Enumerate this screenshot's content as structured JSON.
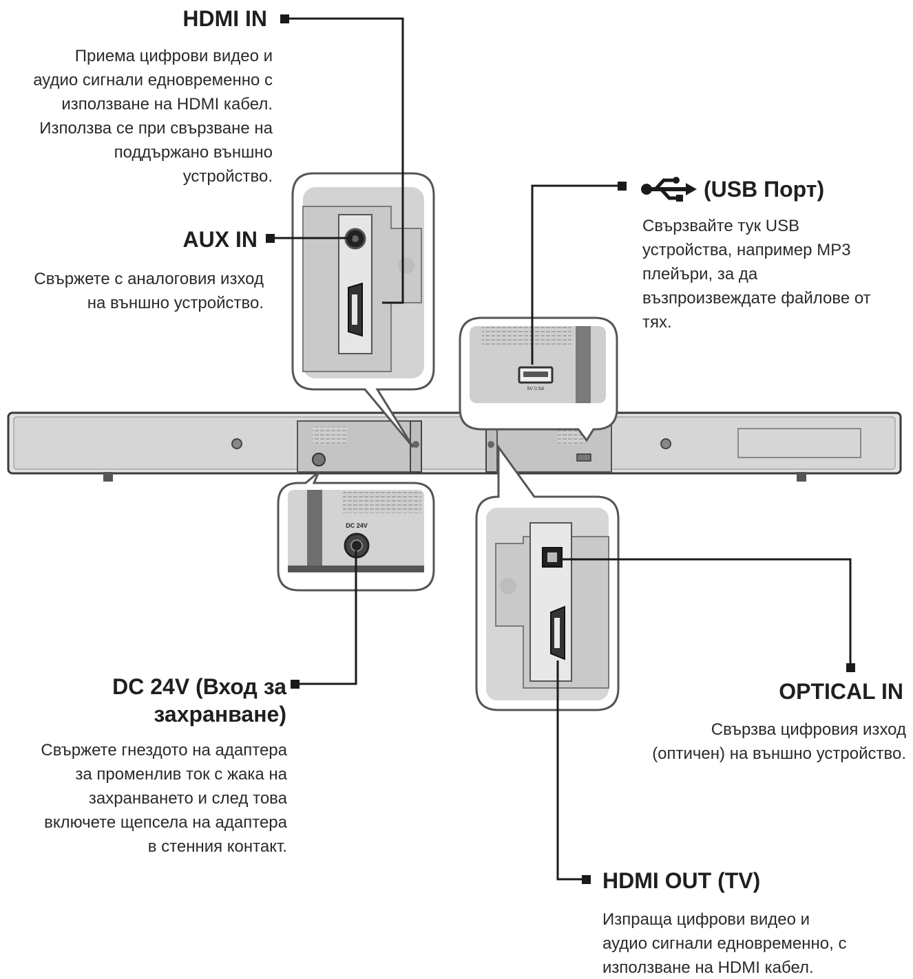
{
  "connectors": {
    "hdmi_in": {
      "title": "HDMI IN",
      "description": [
        "Приема цифрови видео и",
        "аудио сигнали едновременно с",
        "използване на HDMI кабел.",
        "Използва се при свързване на",
        "поддържано външно",
        "устройство."
      ]
    },
    "aux_in": {
      "title": "AUX IN",
      "description": [
        "Свържете с аналоговия изход",
        "на външно устройство."
      ]
    },
    "usb": {
      "icon": "usb-icon",
      "title": "(USB Порт)",
      "description": [
        "Свързвайте тук USB",
        "устройства, например MP3",
        "плейъри, за да",
        "възпроизвеждате файлове от",
        "тях."
      ]
    },
    "dc_24v": {
      "title": [
        "DC 24V (Вход за",
        "захранване)"
      ],
      "description": [
        "Свържете гнездото на адаптера",
        "за променлив ток с жака на",
        "захранването и след това",
        "включете щепсела на адаптера",
        "в стенния контакт."
      ]
    },
    "optical_in": {
      "title": "OPTICAL IN",
      "description": [
        "Свързва цифровия изход",
        "(оптичен) на външно устройство."
      ]
    },
    "hdmi_out": {
      "title": "HDMI OUT (TV)",
      "description": [
        "Изпраща цифрови видео и",
        "аудио сигнали едновременно, с",
        "използване на HDMI кабел."
      ]
    }
  },
  "panel_markings": {
    "dc_label": "DC 24V",
    "usb_rating": "5V 0.5A"
  },
  "colors": {
    "line": "#1a1a1a",
    "panel_fill": "#d9d9d9",
    "panel_dark": "#9a9a9a",
    "outline": "#3a3a3a"
  }
}
